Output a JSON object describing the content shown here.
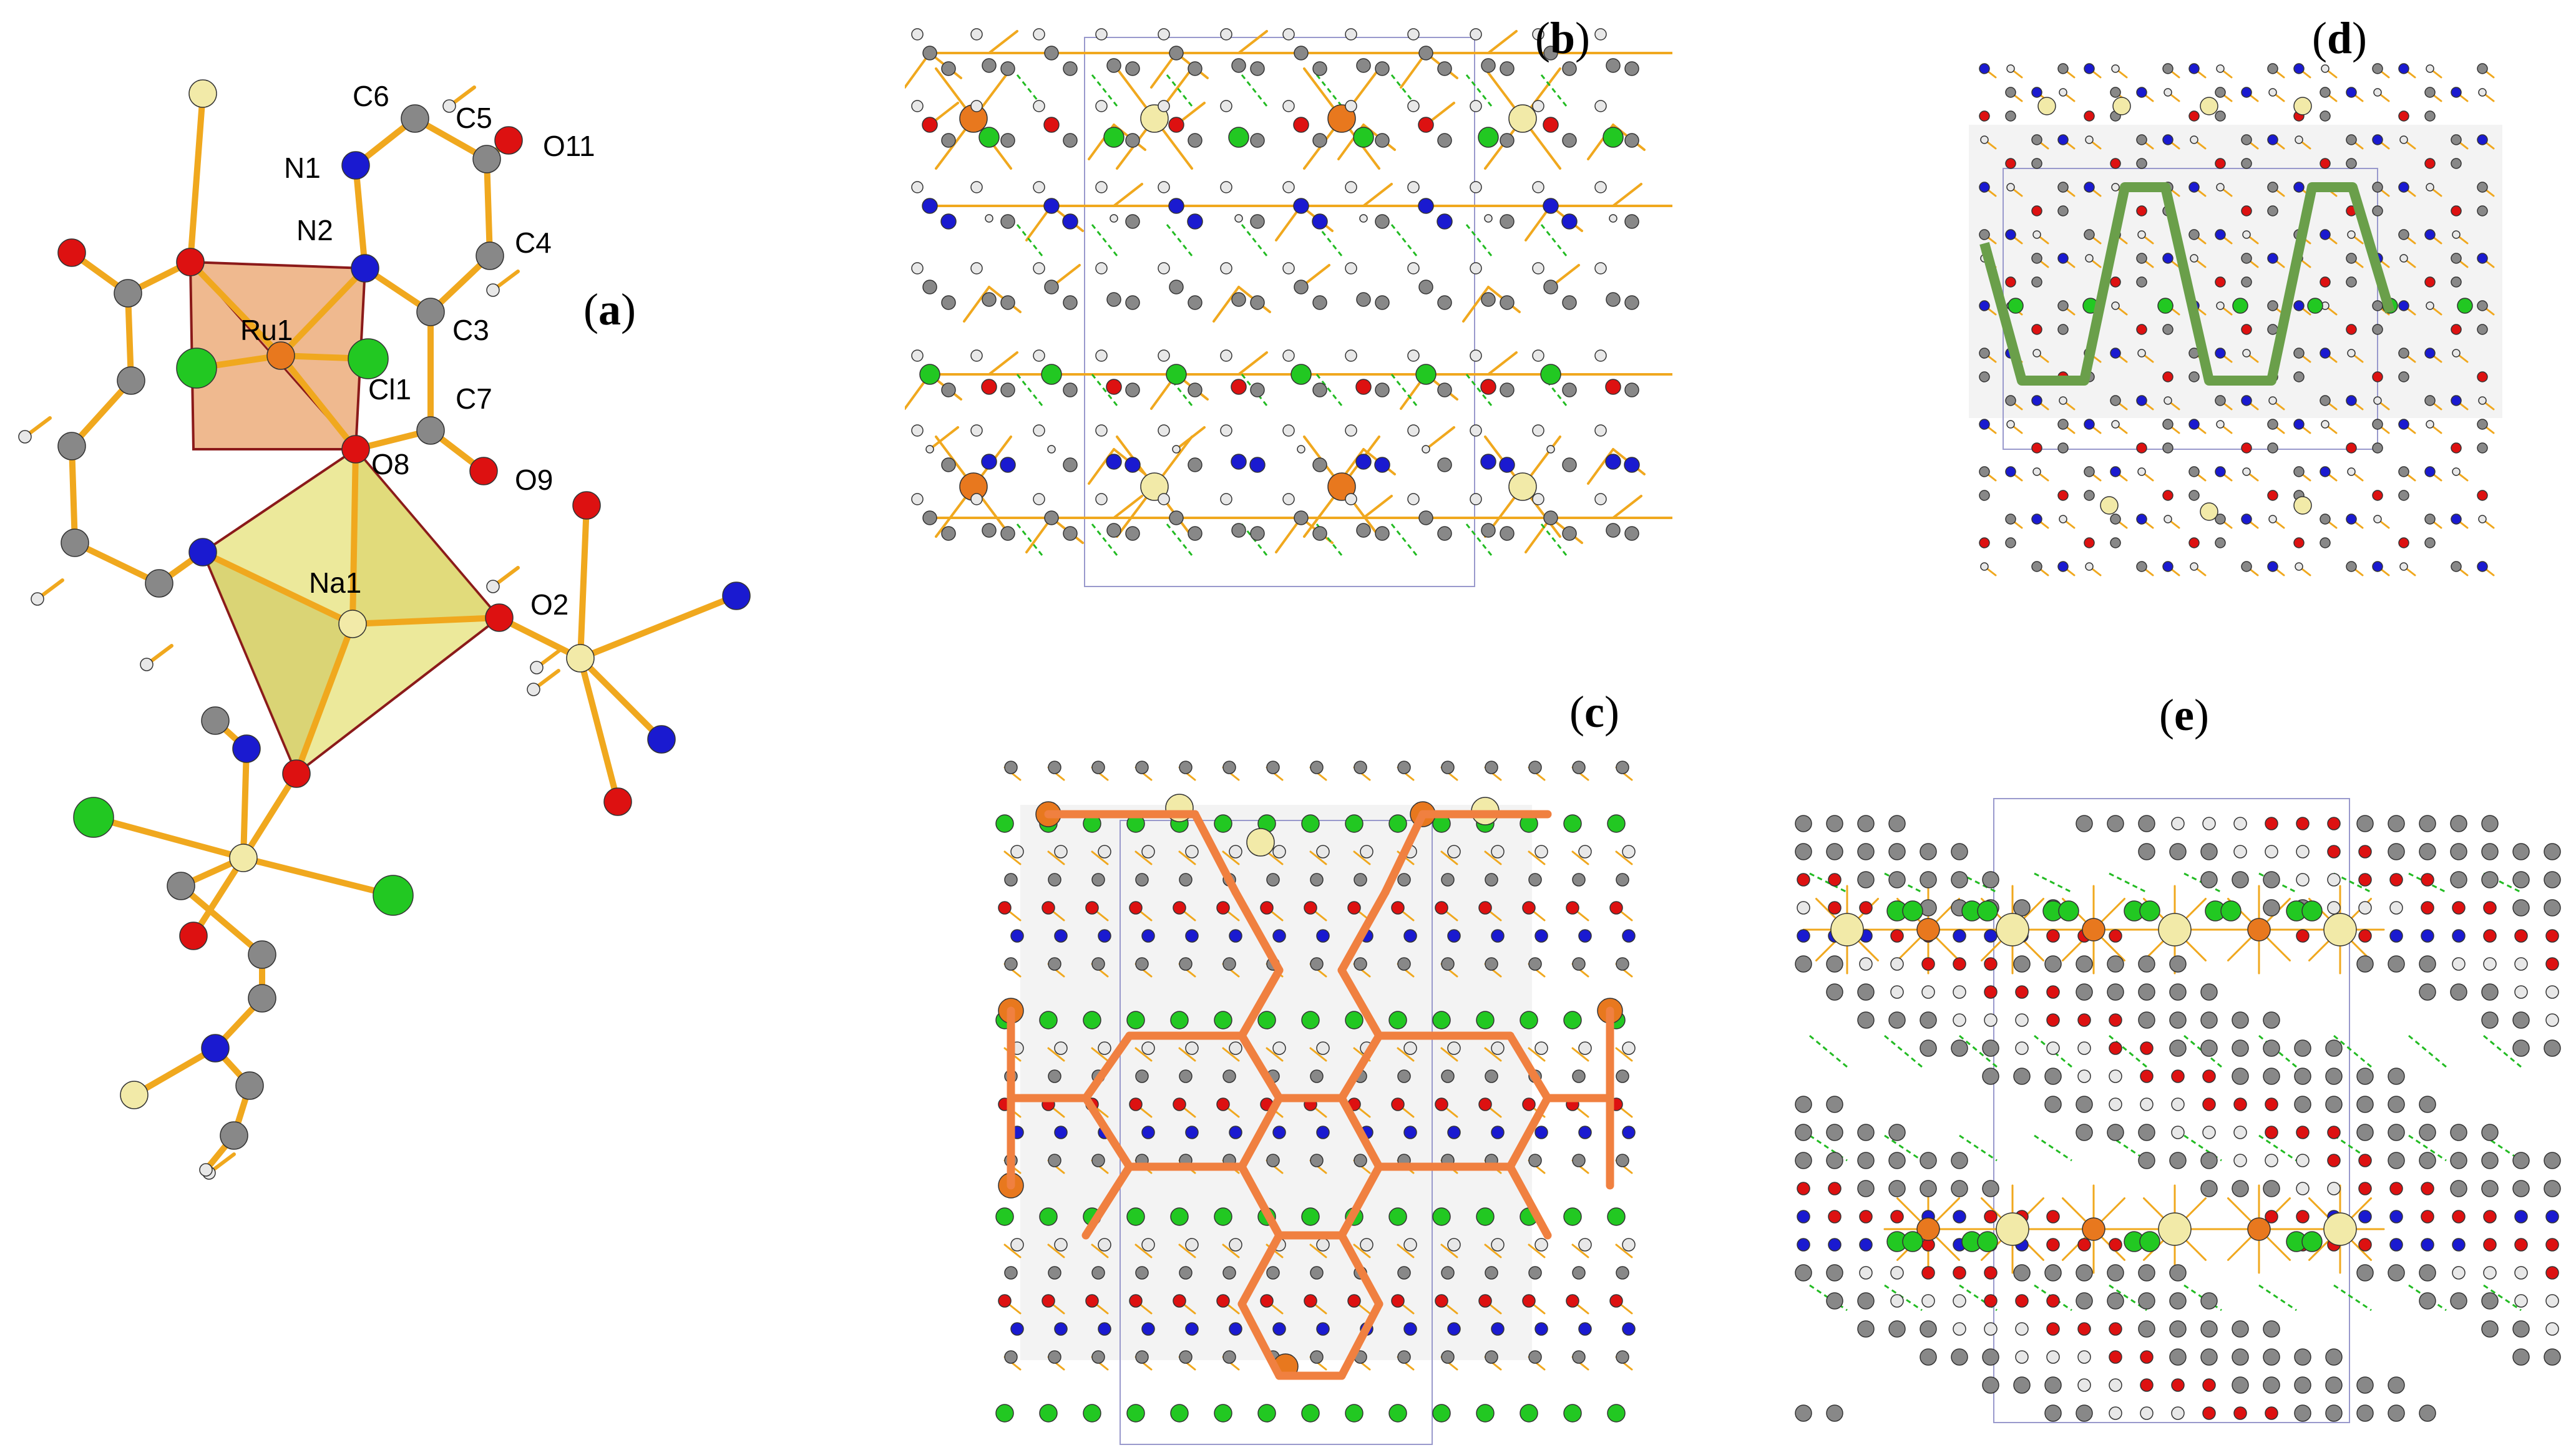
{
  "panels": {
    "a": {
      "tag": "a",
      "atoms": [
        "C6",
        "C5",
        "O11",
        "N1",
        "N2",
        "C4",
        "Ru1",
        "C3",
        "Cl1",
        "C7",
        "O8",
        "O9",
        "Na1",
        "O2"
      ]
    },
    "b": {
      "tag": "b"
    },
    "c": {
      "tag": "c"
    },
    "d": {
      "tag": "d"
    },
    "e": {
      "tag": "e"
    }
  },
  "colors": {
    "bond": "#f0a81e",
    "ru": "#e8781e",
    "na": "#f2eaa8",
    "cl": "#22c822",
    "o": "#dd1111",
    "n": "#1a1ad0",
    "c": "#888888",
    "h": "#e8e8e8",
    "hbond": "#22bb22",
    "net_c": "#f08040",
    "net_d": "#6a9f4a",
    "polyRu": "#e9a16a",
    "polyNa": "#e6e27a",
    "cell": "#9999cc"
  }
}
